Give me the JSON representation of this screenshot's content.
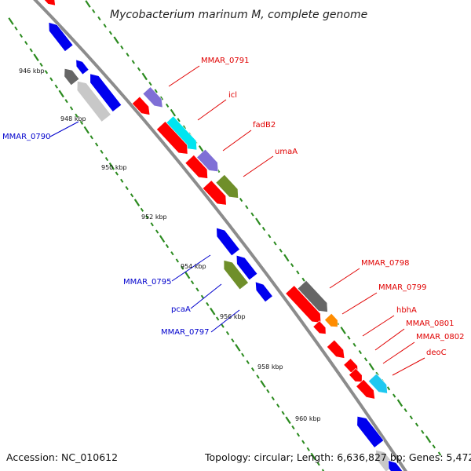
{
  "title": "Mycobacterium marinum M, complete genome",
  "accession": "Accession: NC_010612",
  "summary": "Topology: circular; Length: 6,636,827 bp; Genes: 5,472",
  "colors": {
    "backbone": "#8c8c8c",
    "tick": "#2a8a1e",
    "forward_label": "#e00000",
    "reverse_label": "#0000cc"
  },
  "kbp_labels": [
    "946 kbp",
    "948 kbp",
    "950 kbp",
    "952 kbp",
    "954 kbp",
    "956 kbp",
    "958 kbp",
    "960 kbp"
  ],
  "forward_labels": [
    {
      "text": "MMAR_0791",
      "color": "#e00000"
    },
    {
      "text": "icl",
      "color": "#e00000"
    },
    {
      "text": "fadB2",
      "color": "#e00000"
    },
    {
      "text": "umaA",
      "color": "#e00000"
    },
    {
      "text": "MMAR_0798",
      "color": "#e00000"
    },
    {
      "text": "MMAR_0799",
      "color": "#e00000"
    },
    {
      "text": "hbhA",
      "color": "#e00000"
    },
    {
      "text": "MMAR_0801",
      "color": "#e00000"
    },
    {
      "text": "MMAR_0802",
      "color": "#e00000"
    },
    {
      "text": "deoC",
      "color": "#e00000"
    }
  ],
  "reverse_labels": [
    {
      "text": "MMAR_0790",
      "color": "#0000cc"
    },
    {
      "text": "MMAR_0795",
      "color": "#0000cc"
    },
    {
      "text": "pcaA",
      "color": "#0000cc"
    },
    {
      "text": "MMAR_0797",
      "color": "#0000cc"
    }
  ],
  "gene_colors": {
    "red": "#ff0000",
    "blue": "#0000ee",
    "darkgray": "#666666",
    "lightgray": "#c8c8c8",
    "lavender": "#7f6fd6",
    "cyan": "#00e5f0",
    "olive": "#6f8f2a",
    "orange": "#ff8c00",
    "skyblue": "#1ec8f0"
  }
}
